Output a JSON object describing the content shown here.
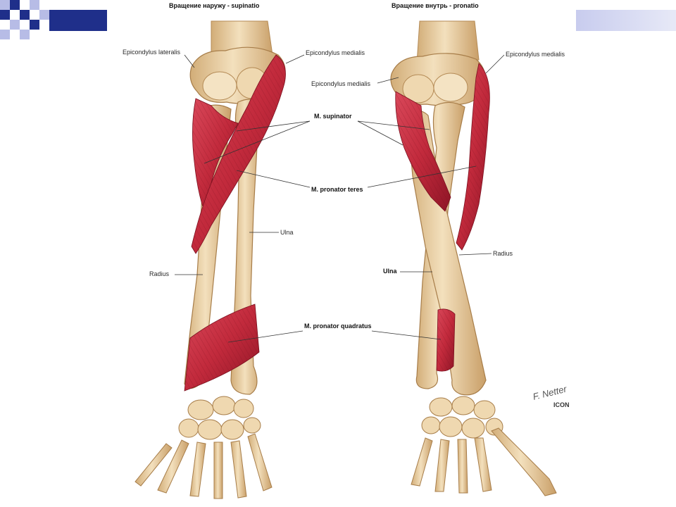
{
  "diagram": {
    "left_title": "Вращение наружу - supinatio",
    "right_title": "Вращение внутрь - pronatio",
    "labels": {
      "l_epi_lat": "Epicondylus lateralis",
      "l_epi_med": "Epicondylus medialis",
      "r_epi_med_top": "Epicondylus medialis",
      "r_epi_med": "Epicondylus medialis",
      "supinator": "M. supinator",
      "pronator_teres": "M. pronator teres",
      "l_ulna": "Ulna",
      "l_radius": "Radius",
      "r_ulna": "Ulna",
      "r_radius": "Radius",
      "pronator_quadratus": "M. pronator quadratus"
    },
    "signature": "F. Netter",
    "logo_text": "ICON"
  },
  "colors": {
    "deco_dark": "#1f2f8a",
    "deco_light": "#b7bce6",
    "bone": "#ecd3a8",
    "bone_shade": "#d2ad78",
    "muscle": "#c22a3c",
    "muscle_dark": "#8e1526"
  }
}
